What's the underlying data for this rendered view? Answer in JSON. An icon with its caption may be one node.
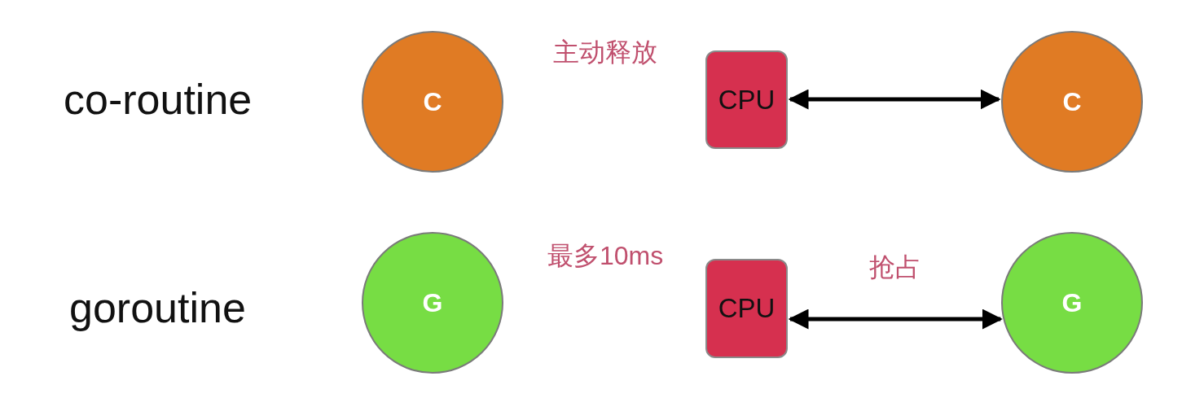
{
  "diagram": {
    "nodes": [
      {
        "text": [
          "C"
        ]
      },
      {
        "text": [
          "CPU"
        ]
      },
      {
        "text": [
          "C"
        ]
      },
      {
        "text": [
          "G"
        ]
      },
      {
        "text": [
          "CPU"
        ]
      },
      {
        "text": [
          "G"
        ]
      }
    ],
    "edges": [
      {
        "from": 1,
        "to": 2,
        "arrow": "both"
      },
      {
        "from": 4,
        "to": 5,
        "arrow": "both",
        "label": "抢占"
      }
    ],
    "labels": [
      "co-routine",
      "主动释放",
      "最多10ms",
      "goroutine"
    ]
  }
}
